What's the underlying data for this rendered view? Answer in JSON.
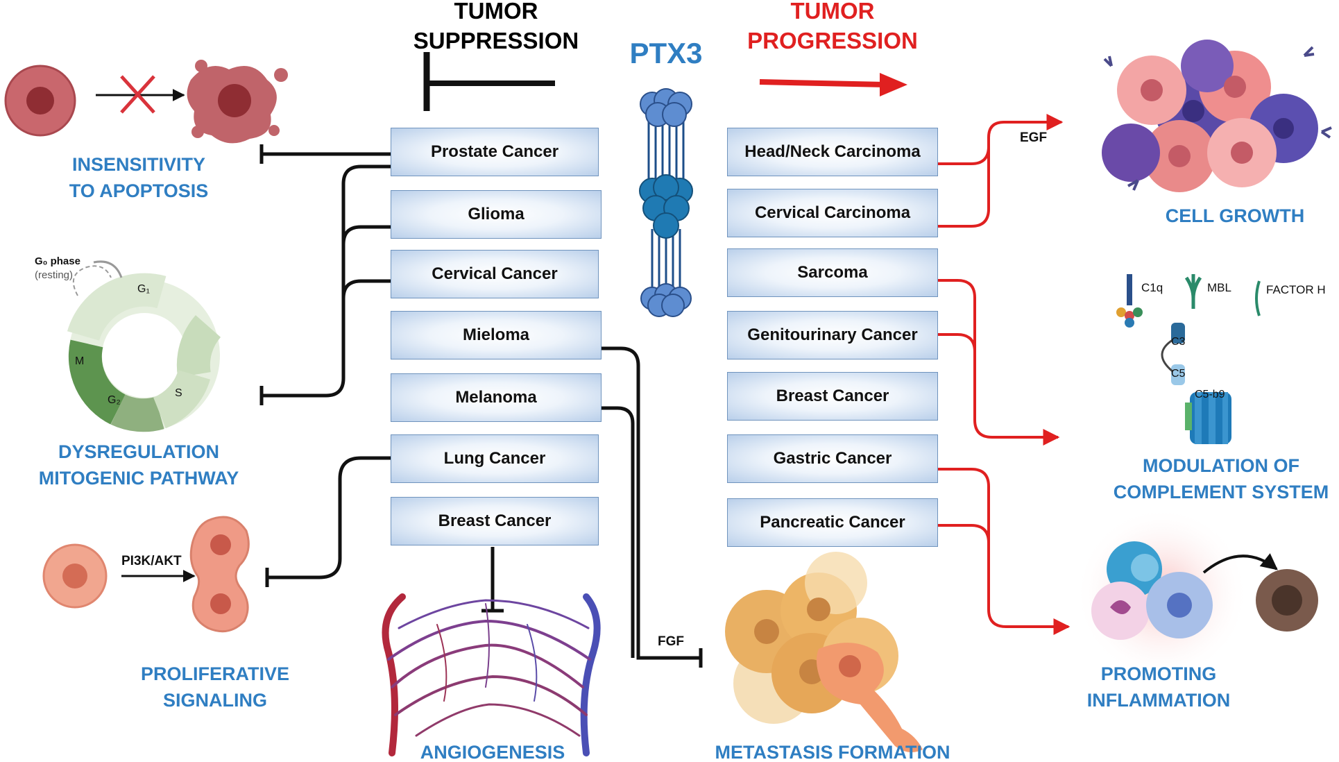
{
  "headings": {
    "suppression": [
      "TUMOR",
      "SUPPRESSION"
    ],
    "progression": [
      "TUMOR",
      "PROGRESSION"
    ],
    "molecule": "PTX3"
  },
  "suppression_cancers": [
    "Prostate Cancer",
    "Glioma",
    "Cervical  Cancer",
    "Mieloma",
    "Melanoma",
    "Lung Cancer",
    "Breast Cancer"
  ],
  "progression_cancers": [
    "Head/Neck Carcinoma",
    "Cervical  Carcinoma",
    "Sarcoma",
    "Genitourinary  Cancer",
    "Breast Cancer",
    "Gastric Cancer",
    "Pancreatic Cancer"
  ],
  "outcomes": {
    "apoptosis": [
      "INSENSITIVITY",
      "TO APOPTOSIS"
    ],
    "mitogenic": [
      "DYSREGULATION",
      "MITOGENIC PATHWAY"
    ],
    "proliferative": [
      "PROLIFERATIVE",
      "SIGNALING"
    ],
    "angiogenesis": "ANGIOGENESIS",
    "metastasis": "METASTASIS FORMATION",
    "cell_growth": "CELL GROWTH",
    "complement": [
      "MODULATION OF",
      "COMPLEMENT SYSTEM"
    ],
    "inflammation": [
      "PROMOTING",
      "INFLAMMATION"
    ]
  },
  "annotations": {
    "egf": "EGF",
    "fgf": "FGF",
    "pi3k": "PI3K/AKT",
    "g0_phase": "G₀ phase",
    "resting": "(resting)",
    "g1": "G₁",
    "g2": "G₂",
    "m": "M",
    "s": "S",
    "c1q": "C1q",
    "mbl": "MBL",
    "factor_h": "FACTOR H",
    "c3": "C3",
    "c5": "C5",
    "c5b9": "C5-b9"
  },
  "colors": {
    "label_blue": "#2f7ec2",
    "progression_red": "#e02020",
    "suppression_black": "#111111",
    "box_border": "#6f93bd"
  }
}
